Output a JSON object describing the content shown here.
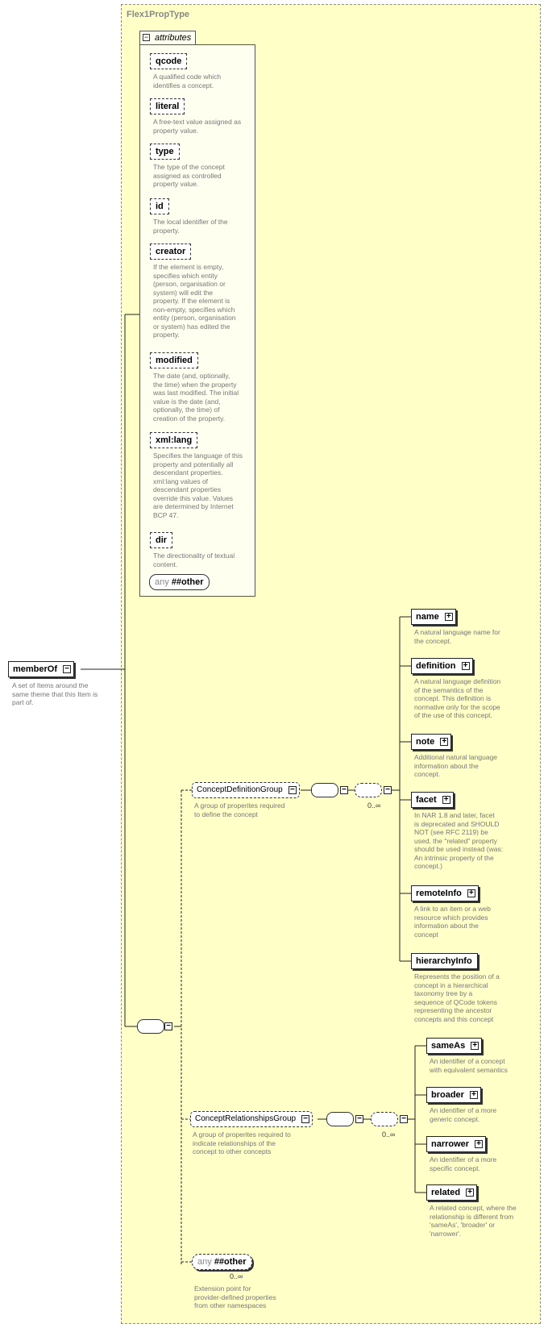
{
  "type": {
    "title": "Flex1PropType"
  },
  "attributes": {
    "tab_label": "attributes",
    "items": [
      {
        "name": "qcode",
        "desc": [
          "A qualified code which",
          "identifies a concept."
        ]
      },
      {
        "name": "literal",
        "desc": [
          "A free-text value assigned as",
          "property value."
        ]
      },
      {
        "name": "type",
        "desc": [
          "The type of the concept",
          "assigned as controlled",
          "property value."
        ]
      },
      {
        "name": "id",
        "desc": [
          "The local identifier of the",
          "property."
        ]
      },
      {
        "name": "creator",
        "desc": [
          "If the element is empty,",
          "specifies which entity",
          "(person, organisation or",
          "system) will edit the",
          "property. If the element is",
          "non-empty, specifies which",
          "entity (person, organisation",
          "or system) has edited the",
          "property."
        ]
      },
      {
        "name": "modified",
        "desc": [
          "The date (and, optionally,",
          "the time) when the property",
          "was last modified. The initial",
          "value is the date (and,",
          "optionally, the time) of",
          "creation of the property."
        ]
      },
      {
        "name": "xml:lang",
        "desc": [
          "Specifies the language of this",
          "property and potentially all",
          "descendant properties.",
          "xml:lang values of",
          "descendant properties",
          "override this value. Values",
          "are determined by Internet",
          "BCP 47."
        ]
      },
      {
        "name": "dir",
        "desc": [
          "The directionality of textual",
          "content."
        ]
      }
    ],
    "any_other": {
      "kw": "any",
      "val": "##other"
    }
  },
  "root": {
    "name": "memberOf",
    "desc": [
      "A set of Items around the",
      "same theme that this Item is",
      "part of."
    ]
  },
  "groups": [
    {
      "name": "ConceptDefinitionGroup",
      "desc": [
        "A group of properites required",
        "to define the concept"
      ],
      "cardinality": "0..∞",
      "children": [
        {
          "name": "name",
          "desc": [
            "A natural language name for",
            "the concept."
          ]
        },
        {
          "name": "definition",
          "desc": [
            "A natural language definition",
            "of the semantics of the",
            "concept. This definition is",
            "normative only for the scope",
            "of the use of this concept."
          ]
        },
        {
          "name": "note",
          "desc": [
            "Additional natural language",
            "information about the",
            "concept."
          ]
        },
        {
          "name": "facet",
          "desc": [
            "In NAR 1.8 and later, facet",
            "is deprecated and SHOULD",
            "NOT (see RFC 2119) be",
            "used, the \"related\" property",
            "should be used instead (was:",
            "An intrinsic property of the",
            "concept.)"
          ]
        },
        {
          "name": "remoteInfo",
          "desc": [
            "A link to an item or a web",
            "resource which provides",
            "information about the",
            "concept"
          ]
        },
        {
          "name": "hierarchyInfo",
          "desc": [
            "Represents the position of a",
            "concept in a hierarchical",
            "taxonomy tree by a",
            "sequence of QCode tokens",
            "representing the ancestor",
            "concepts and this concept"
          ]
        }
      ]
    },
    {
      "name": "ConceptRelationshipsGroup",
      "desc": [
        "A group of properites required to",
        "indicate relationships of the",
        "concept to other concepts"
      ],
      "cardinality": "0..∞",
      "children": [
        {
          "name": "sameAs",
          "desc": [
            "An identifier of a concept",
            "with equivalent semantics"
          ]
        },
        {
          "name": "broader",
          "desc": [
            "An identifier of a more",
            "generic concept."
          ]
        },
        {
          "name": "narrower",
          "desc": [
            "An identifier of a more",
            "specific concept."
          ]
        },
        {
          "name": "related",
          "desc": [
            "A related concept, where the",
            "relationship is different from",
            "'sameAs', 'broader' or",
            "'narrower'."
          ]
        }
      ]
    }
  ],
  "extension": {
    "kw": "any",
    "val": "##other",
    "cardinality": "0..∞",
    "desc": [
      "Extension point for",
      "provider-defined properties",
      "from other namespaces"
    ]
  }
}
